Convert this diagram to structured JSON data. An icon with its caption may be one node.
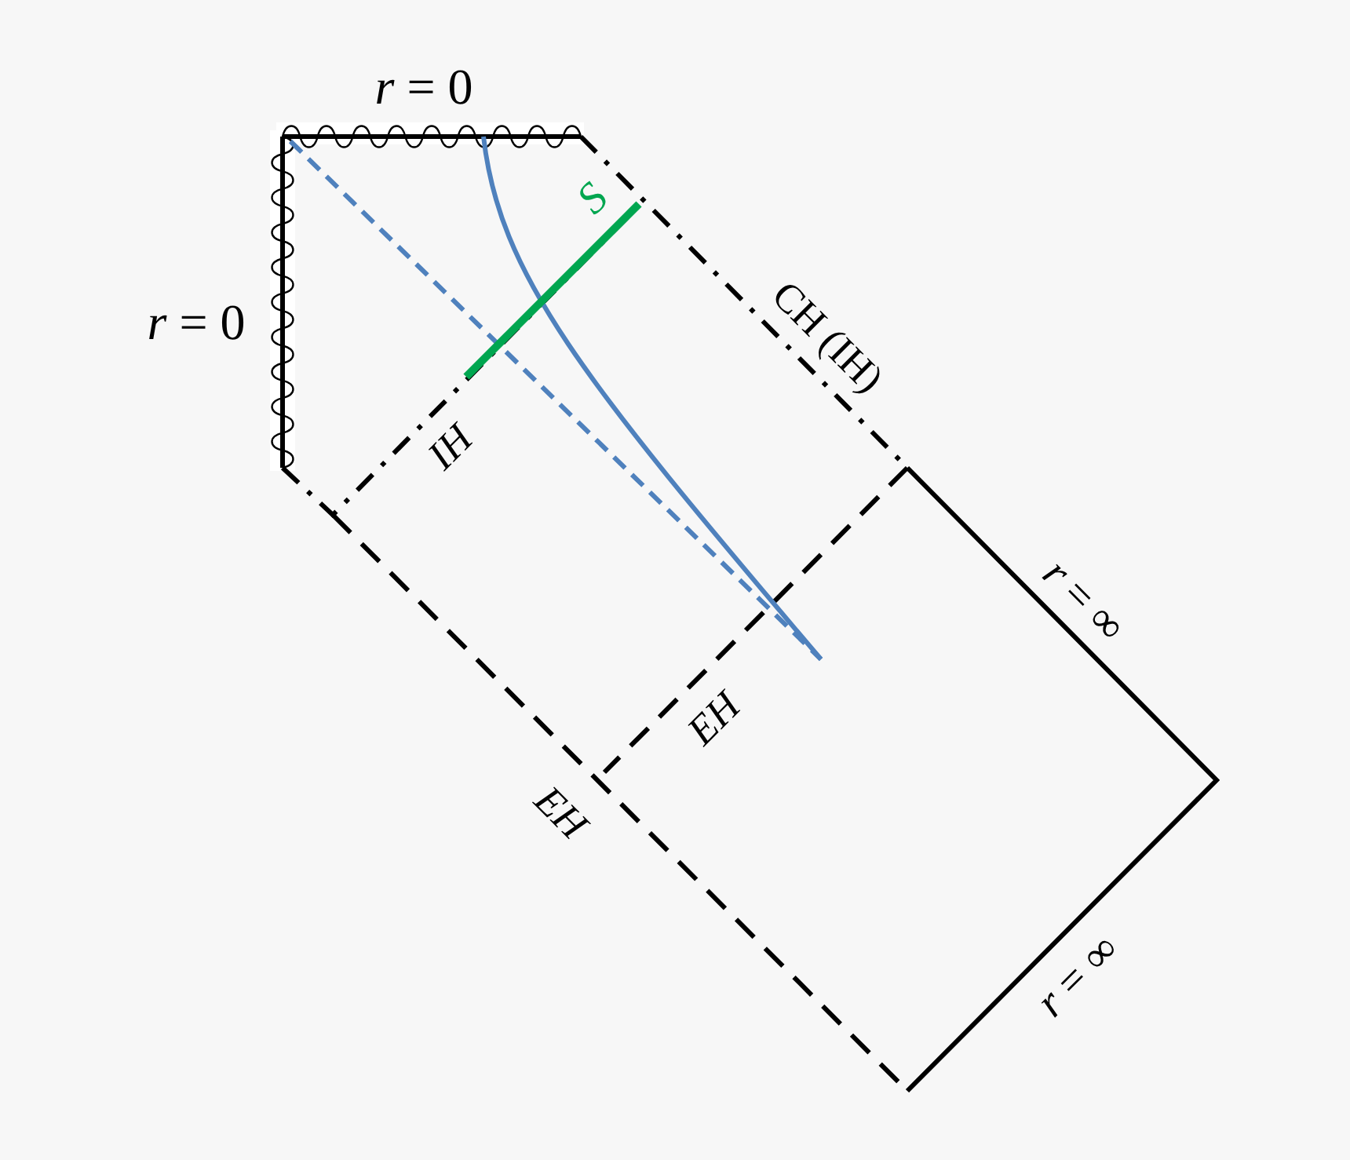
{
  "diagram": {
    "labels": [
      "*r* = 0",
      "S",
      "*r* = 0",
      "CH (IH)",
      "IH",
      "*r* = ∞",
      "EH",
      "EH",
      "*r* = ∞"
    ]
  }
}
